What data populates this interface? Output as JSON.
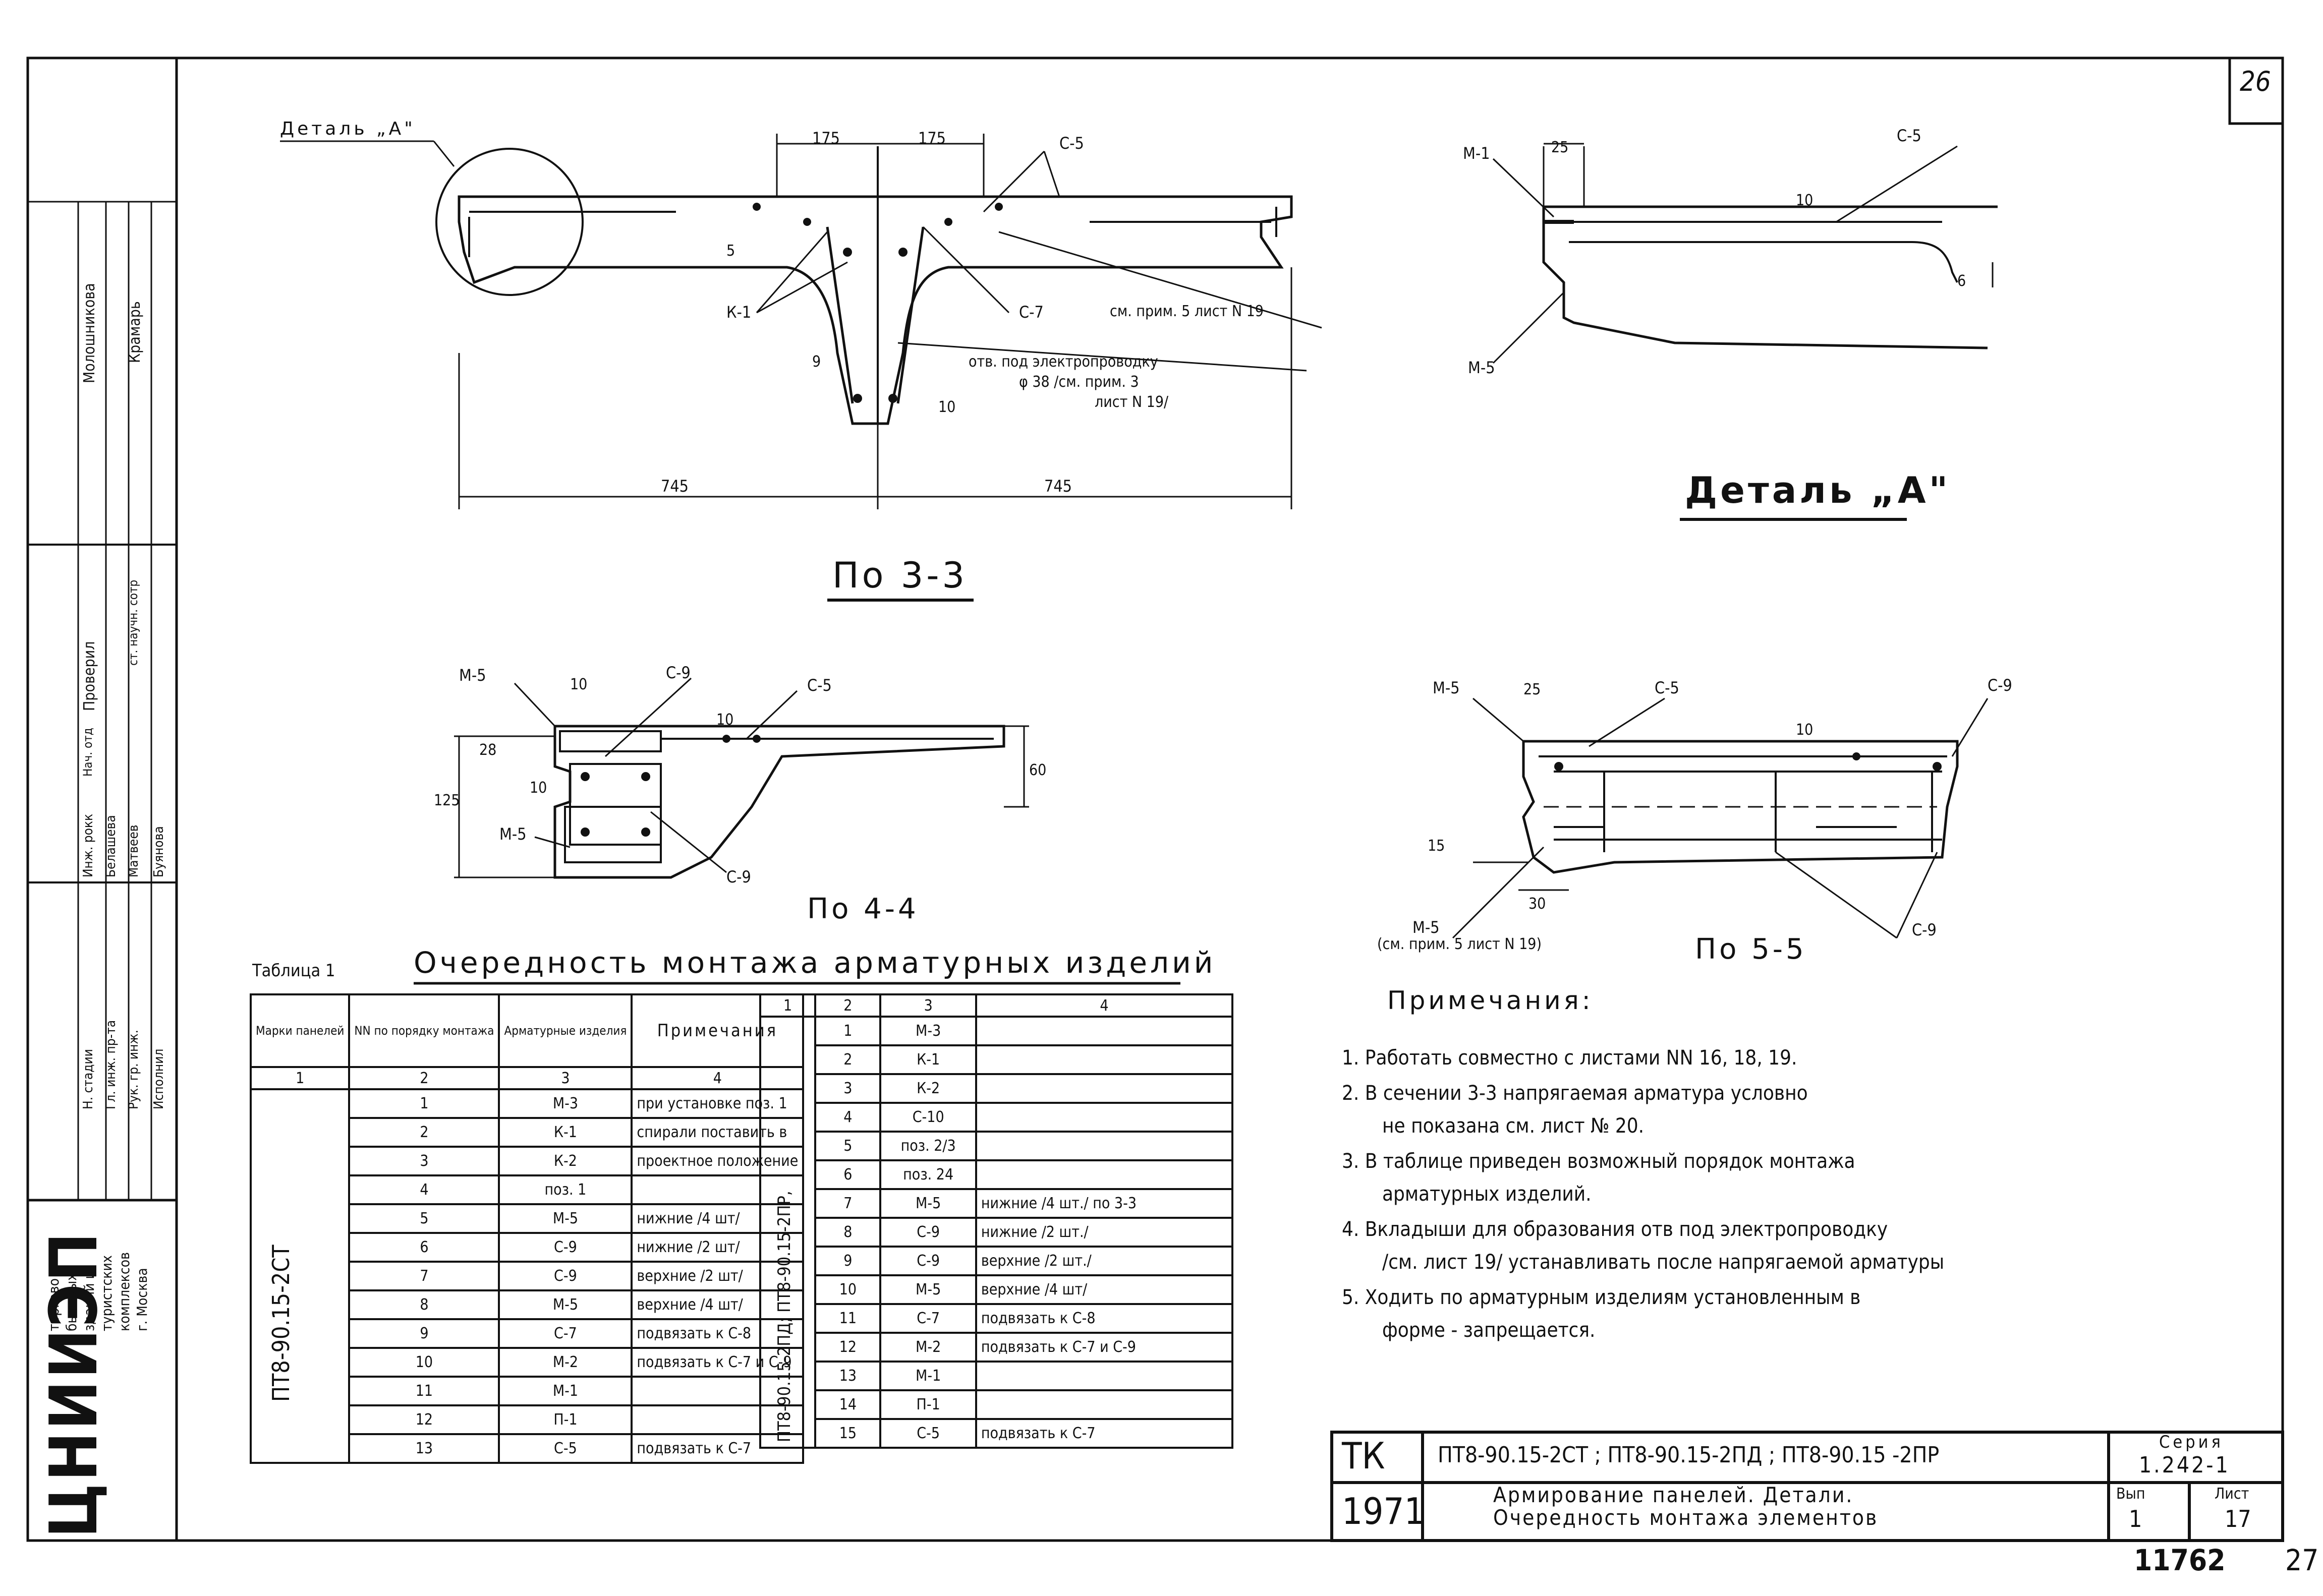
{
  "sheet": {
    "sheet_number": "26",
    "archive_number": "11762",
    "corner_mark": "27"
  },
  "section_33": {
    "detail_label": "Деталь „А\"",
    "dims": [
      "175",
      "175",
      "745",
      "745",
      "5",
      "9",
      "10"
    ],
    "labels": [
      "С-5",
      "К-1",
      "С-7"
    ],
    "note_ref": "см. прим. 5 лист N 19",
    "hole_note_1": "отв. под электропроводку",
    "hole_note_2": "φ 38 /см. прим. 3",
    "hole_note_3": "лист N 19/",
    "title": "По 3-3"
  },
  "detail_a": {
    "labels": [
      "М-1",
      "С-5",
      "М-5"
    ],
    "dims": [
      "25",
      "10",
      "6"
    ],
    "title": "Деталь „А\""
  },
  "section_44": {
    "labels": [
      "М-5",
      "С-9",
      "С-5",
      "М-5",
      "С-9"
    ],
    "dims": [
      "10",
      "10",
      "28",
      "125",
      "10",
      "60"
    ],
    "title": "По 4-4"
  },
  "section_55": {
    "labels": [
      "М-5",
      "С-5",
      "С-9",
      "С-9"
    ],
    "dims": [
      "25",
      "10",
      "15",
      "30"
    ],
    "bottom_label": "М-5",
    "bottom_note": "(см. прим. 5 лист N 19)",
    "title": "По 5-5"
  },
  "table": {
    "caption": "Таблица 1",
    "title": "Очередность монтажа арматурных изделий",
    "headers": [
      "Марки панелей",
      "NN по порядку монтажа",
      "Арматурные изделия",
      "Примечания"
    ],
    "header_nums": [
      "1",
      "2",
      "3",
      "4"
    ],
    "left_mark": "ПТ8-90.15-2СТ",
    "left_rows": [
      [
        "1",
        "М-3",
        "при установке поз. 1"
      ],
      [
        "2",
        "К-1",
        "спирали поставить в"
      ],
      [
        "3",
        "К-2",
        "проектное положение"
      ],
      [
        "4",
        "поз. 1",
        ""
      ],
      [
        "5",
        "М-5",
        "нижние /4 шт/"
      ],
      [
        "6",
        "С-9",
        "нижние /2 шт/"
      ],
      [
        "7",
        "С-9",
        "верхние /2 шт/"
      ],
      [
        "8",
        "М-5",
        "верхние /4 шт/"
      ],
      [
        "9",
        "С-7",
        "подвязать к С-8"
      ],
      [
        "10",
        "М-2",
        "подвязать к С-7 и С-9"
      ],
      [
        "11",
        "М-1",
        ""
      ],
      [
        "12",
        "П-1",
        ""
      ],
      [
        "13",
        "С-5",
        "подвязать к С-7"
      ]
    ],
    "right_mark": "ПТ8-90.15-2ПД; ПТ8-90.15-2ПР,",
    "right_header_nums": [
      "1",
      "2",
      "3",
      "4"
    ],
    "right_rows": [
      [
        "1",
        "М-3",
        ""
      ],
      [
        "2",
        "К-1",
        ""
      ],
      [
        "3",
        "К-2",
        ""
      ],
      [
        "4",
        "С-10",
        ""
      ],
      [
        "5",
        "поз. 2/3",
        ""
      ],
      [
        "6",
        "поз. 24",
        ""
      ],
      [
        "7",
        "М-5",
        "нижние /4 шт./ по 3-3"
      ],
      [
        "8",
        "С-9",
        "нижние /2 шт./"
      ],
      [
        "9",
        "С-9",
        "верхние /2 шт./"
      ],
      [
        "10",
        "М-5",
        "верхние /4 шт/"
      ],
      [
        "11",
        "С-7",
        "подвязать к С-8"
      ],
      [
        "12",
        "М-2",
        "подвязать к С-7 и С-9"
      ],
      [
        "13",
        "М-1",
        ""
      ],
      [
        "14",
        "П-1",
        ""
      ],
      [
        "15",
        "С-5",
        "подвязать к С-7"
      ]
    ]
  },
  "notes": {
    "title": "Примечания:",
    "items": [
      "1. Работать совместно с листами NN 16, 18, 19.",
      "2. В сечении 3-3 напрягаемая арматура условно",
      "не показана см. лист № 20.",
      "3. В таблице приведен возможный порядок монтажа",
      "арматурных изделий.",
      "4. Вкладыши для образования отв под электропроводку",
      "/см. лист 19/ устанавливать после напрягаемой арматуры",
      "5. Ходить по арматурным изделиям установленным в",
      "форме - запрещается."
    ]
  },
  "title_block": {
    "tk": "ТК",
    "year": "1971",
    "marks": "ПТ8-90.15-2СТ ; ПТ8-90.15-2ПД ; ПТ8-90.15 -2ПР",
    "title_line1": "Армирование панелей. Детали.",
    "title_line2": "Очередность монтажа элементов",
    "series_label": "Серия",
    "series": "1.242-1",
    "vyp_label": "Вып",
    "vyp": "1",
    "list_label": "Лист",
    "list": "17"
  },
  "left_stamp": {
    "org": "ЦНИИЭП",
    "org_desc_1": "торгово",
    "org_desc_2": "бытовых",
    "org_desc_3": "зданий и",
    "org_desc_4": "туристских",
    "org_desc_5": "комплексов",
    "org_desc_6": "г. Москва",
    "roles": [
      "Исполнил",
      "Рук. гр. инж.",
      "Гл. инж. пр-та",
      "Н. стадии",
      "Инж. рокк",
      "Нач. отд",
      "Проверил"
    ],
    "names": [
      "Буянова",
      "Матвеев",
      "Белашева",
      "Крамарь",
      "Молошникова"
    ],
    "position": "ст. научн. сотр"
  }
}
